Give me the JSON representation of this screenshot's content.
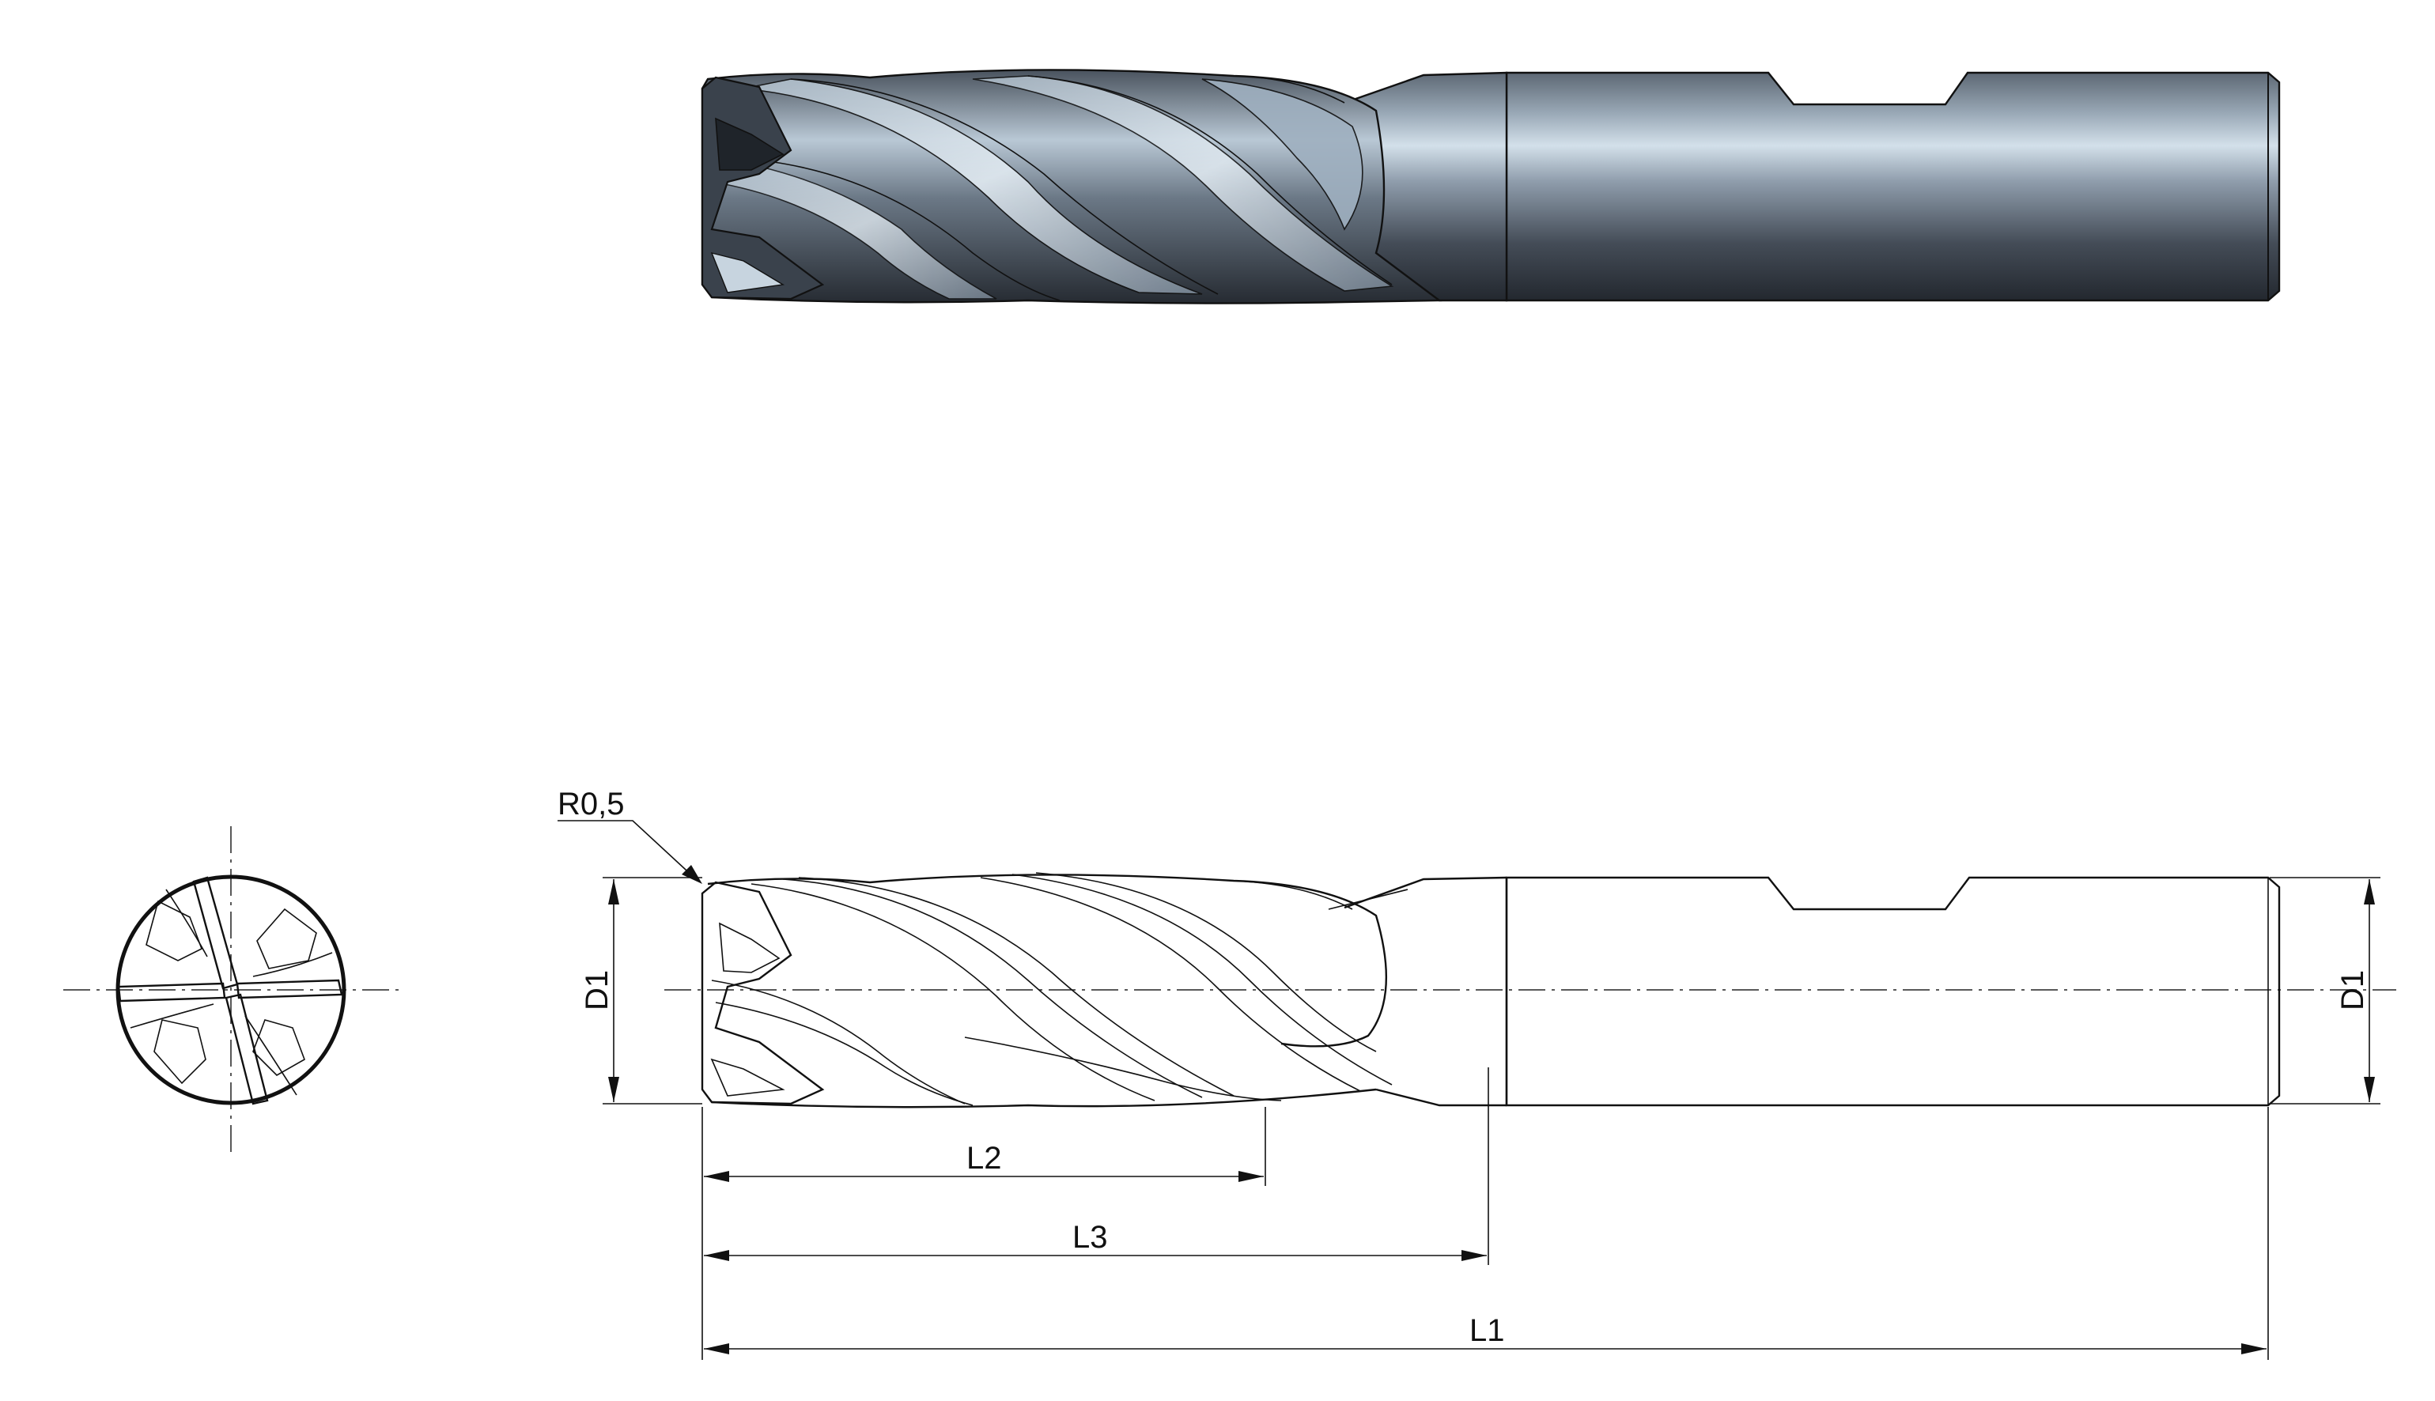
{
  "dimensions": {
    "radius_label": "R0,5",
    "diameter_left_label": "D1",
    "diameter_right_label": "D1",
    "flute_length_label": "L2",
    "reach_length_label": "L3",
    "overall_length_label": "L1"
  },
  "colors": {
    "tool_dark": "#2c323b",
    "tool_mid": "#6f7d8c",
    "tool_light": "#c9d6e2",
    "line": "#111111",
    "background": "#ffffff"
  }
}
